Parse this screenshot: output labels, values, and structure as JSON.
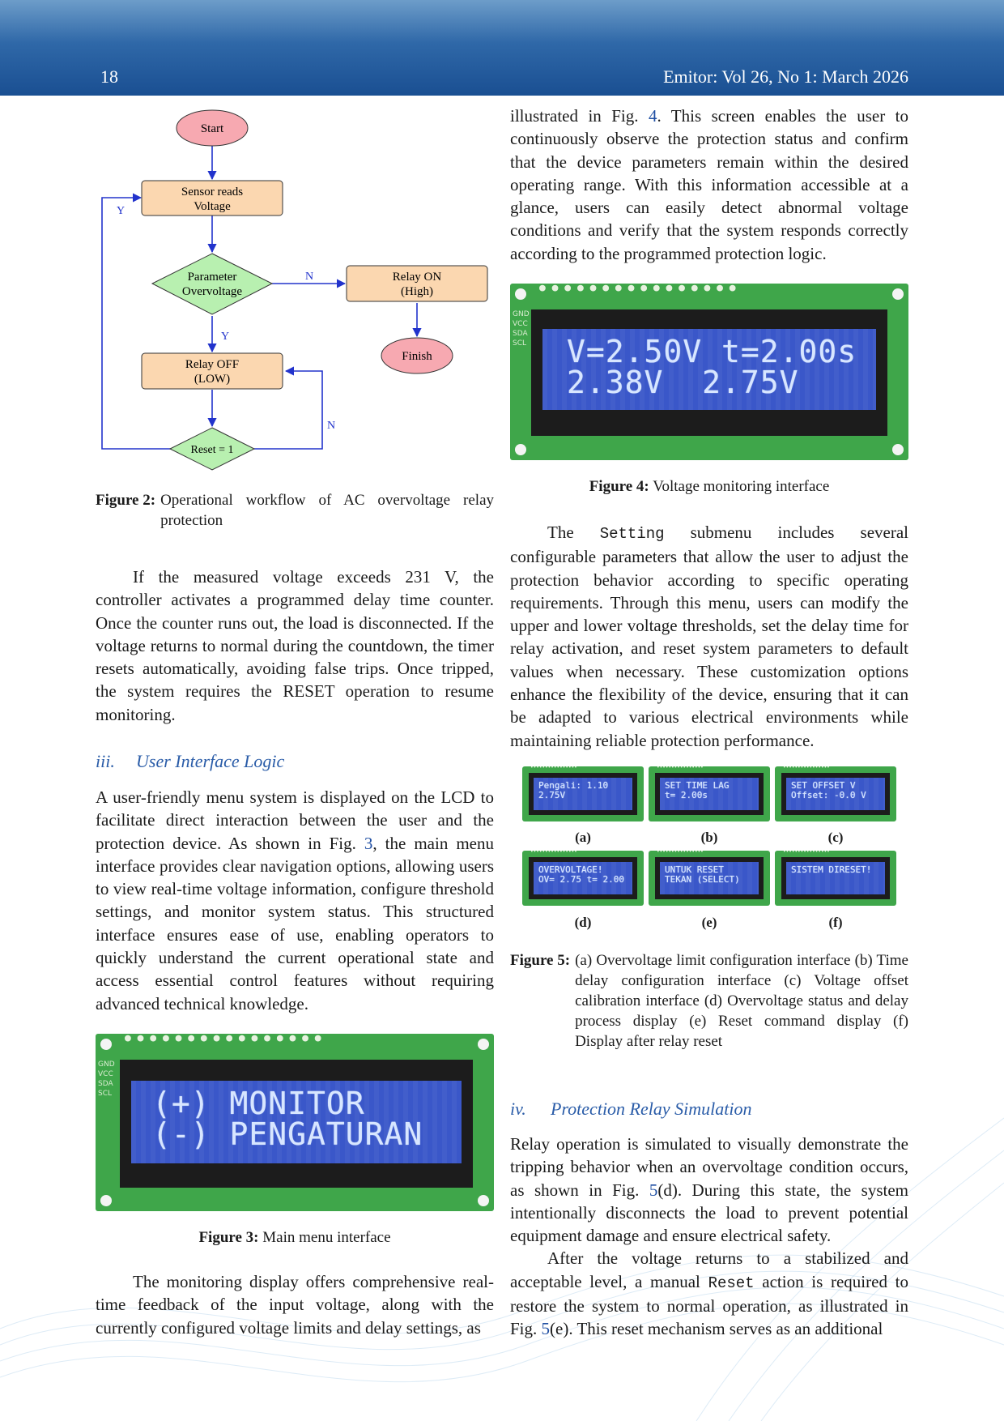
{
  "header": {
    "page_number": "18",
    "journal": "Emitor: Vol 26, No 1: March 2026"
  },
  "flowchart": {
    "start": "Start",
    "sensor": [
      "Sensor reads",
      "Voltage"
    ],
    "decision1": [
      "Parameter",
      "Overvoltage"
    ],
    "relay_on": [
      "Relay ON",
      "(High)"
    ],
    "finish": "Finish",
    "relay_off": [
      "Relay OFF",
      "(LOW)"
    ],
    "decision2": "Reset = 1",
    "label_n1": "N",
    "label_y1": "Y",
    "label_y_loop": "Y",
    "label_n2": "N"
  },
  "fig2": {
    "label": "Figure 2:",
    "text": "Operational workflow of AC overvoltage relay protection"
  },
  "left": {
    "para1": "If the measured voltage exceeds 231 V, the controller activates a programmed delay time counter. Once the counter runs out, the load is disconnected. If the voltage returns to normal during the countdown, the timer resets automatically, avoiding false trips. Once tripped, the system requires the RESET operation to resume monitoring.",
    "section_num": "iii.",
    "section_title": "User Interface Logic",
    "para2_a": "A user-friendly menu system is displayed on the LCD to facilitate direct interaction between the user and the protection device. As shown in Fig. ",
    "para2_ref": "3",
    "para2_b": ", the main menu interface provides clear navigation options, allowing users to view real-time voltage information, configure threshold settings, and monitor system status. This structured interface ensures ease of use, enabling operators to quickly understand the current operational state and access essential control features without requiring advanced technical knowledge.",
    "para3": "The monitoring display offers comprehensive real-time feedback of the input voltage, along with the currently configured voltage limits and delay settings, as"
  },
  "fig3": {
    "label": "Figure 3:",
    "text": "Main menu interface",
    "line1": "(+) MONITOR",
    "line2": "(-) PENGATURAN"
  },
  "right": {
    "para1_a": "illustrated in Fig. ",
    "para1_ref": "4",
    "para1_b": ". This screen enables the user to continuously observe the protection status and confirm that the device parameters remain within the desired operating range. With this information accessible at a glance, users can easily detect abnormal voltage conditions and verify that the system responds correctly according to the programmed protection logic.",
    "para2_a": "The ",
    "para2_code": "Setting",
    "para2_b": " submenu includes several configurable parameters that allow the user to adjust the protection behavior according to specific operating requirements. Through this menu, users can modify the upper and lower voltage thresholds, set the delay time for relay activation, and reset system parameters to default values when necessary. These customization options enhance the flexibility of the device, ensuring that it can be adapted to various electrical environments while maintaining reliable protection performance.",
    "section_num": "iv.",
    "section_title": "Protection Relay Simulation",
    "para3_a": "Relay operation is simulated to visually demonstrate the tripping behavior when an overvoltage condition occurs, as shown in Fig. ",
    "para3_ref": "5",
    "para3_b": "(d). During this state, the system intentionally disconnects the load to prevent potential equipment damage and ensure electrical safety.",
    "para4_a": "After the voltage returns to a stabilized and acceptable level, a manual ",
    "para4_code": "Reset",
    "para4_b": " action is required to restore the system to normal operation, as illustrated in Fig. ",
    "para4_ref": "5",
    "para4_c": "(e). This reset mechanism serves as an additional"
  },
  "fig4": {
    "label": "Figure 4:",
    "text": "Voltage monitoring interface",
    "line1": "V=2.50V t=2.00s",
    "line2": "2.38V  2.75V"
  },
  "fig5": {
    "label": "Figure 5:",
    "text": "(a) Overvoltage limit configuration interface (b) Time delay configuration interface (c) Voltage offset calibration interface (d) Overvoltage status and delay process display (e) Reset command display (f) Display after relay reset",
    "panels": [
      {
        "sub": "(a)",
        "line1": "Pengali: 1.10",
        "line2": "2.75V"
      },
      {
        "sub": "(b)",
        "line1": "SET TIME LAG",
        "line2": "t= 2.00s"
      },
      {
        "sub": "(c)",
        "line1": "SET OFFSET V",
        "line2": "Offset: -0.0 V"
      },
      {
        "sub": "(d)",
        "line1": "OVERVOLTAGE!",
        "line2": "OV= 2.75 t= 2.00"
      },
      {
        "sub": "(e)",
        "line1": "UNTUK RESET",
        "line2": "TEKAN (SELECT)"
      },
      {
        "sub": "(f)",
        "line1": "SISTEM DIRESET!",
        "line2": ""
      }
    ]
  },
  "lcd_side_labels": [
    "GND",
    "VCC",
    "SDA",
    "SCL"
  ],
  "colors": {
    "header": "#1a4f92",
    "flow_blue": "#2233cc",
    "start_fill": "#f7a9b1",
    "process_fill": "#fbd7b0",
    "decision_fill": "#b8f0b0",
    "lcd_green": "#3fa64a",
    "lcd_blue": "#3a57c9"
  }
}
